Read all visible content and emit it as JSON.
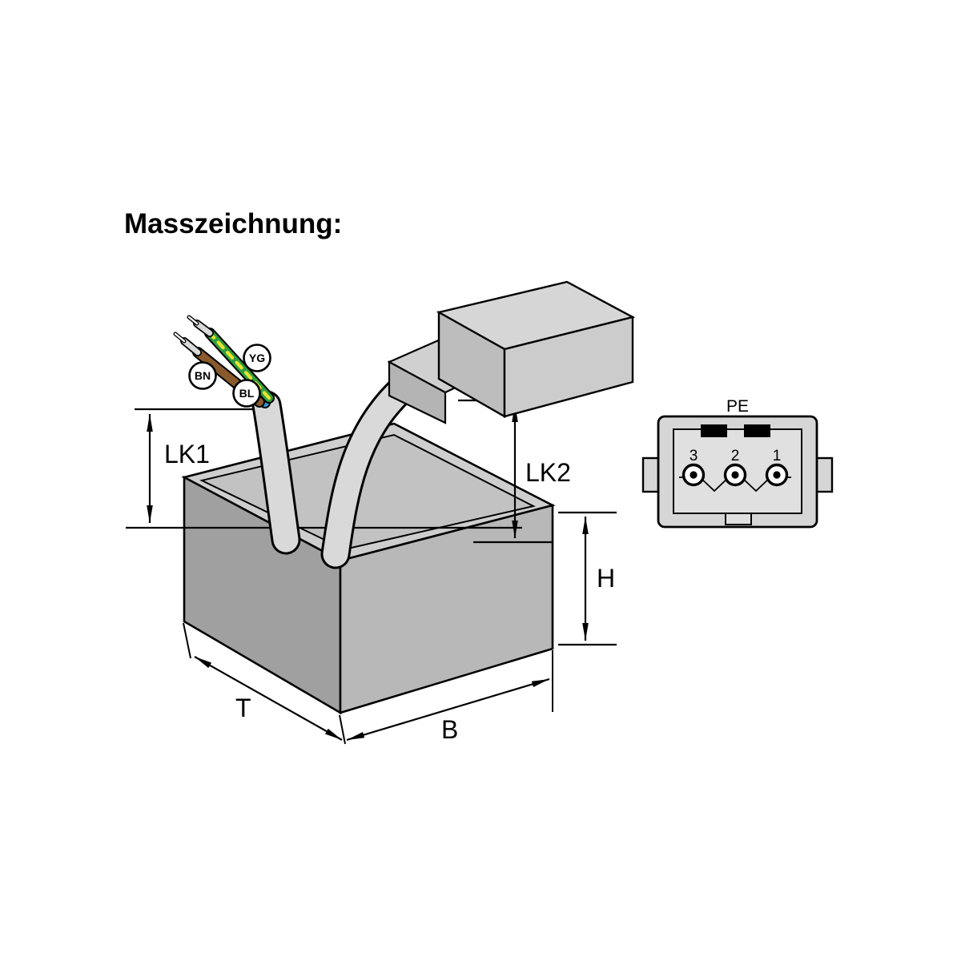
{
  "title": "Masszeichnung:",
  "dimension_labels": {
    "lk1": "LK1",
    "lk2": "LK2",
    "h": "H",
    "t": "T",
    "b": "B"
  },
  "wire_tags": {
    "yg": "YG",
    "bn": "BN",
    "bl": "BL"
  },
  "connector_view": {
    "pe": "PE",
    "pins": [
      "3",
      "2",
      "1"
    ]
  },
  "colors": {
    "wire_green": "#2f9e3f",
    "wire_yellow": "#e8e431",
    "wire_brown": "#8a5a2c",
    "wire_blue": "#2f9bd7",
    "cable_sheath": "#d9d9d9",
    "bare_tip": "#d9d9d9"
  }
}
